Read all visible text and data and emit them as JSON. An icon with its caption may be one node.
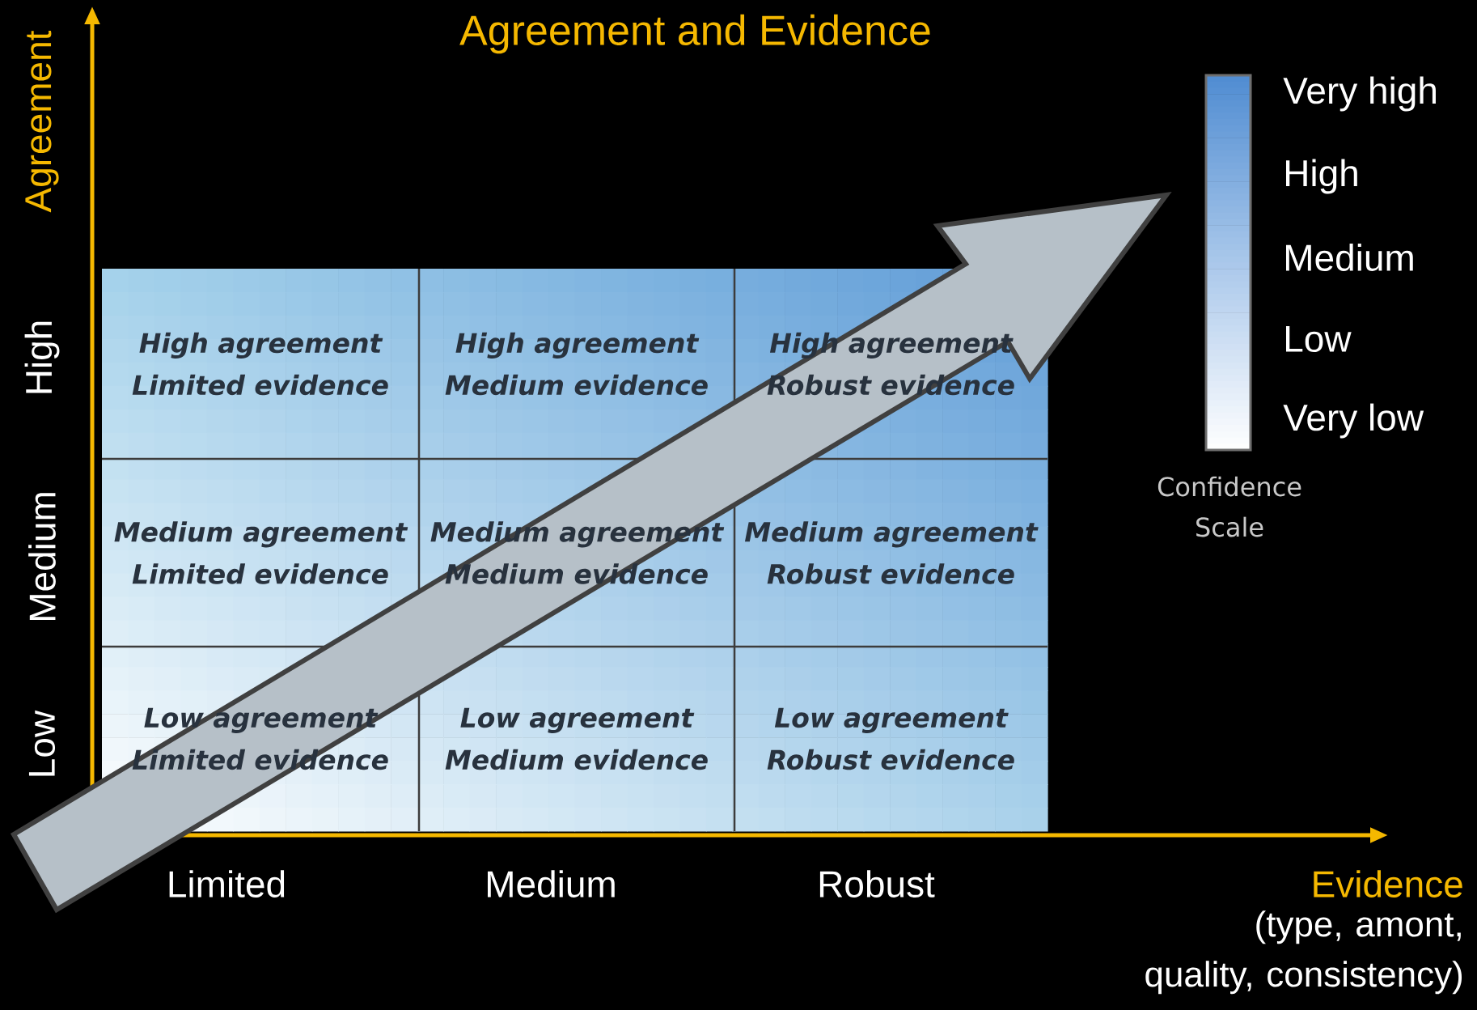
{
  "diagram": {
    "title": "Agreement and Evidence",
    "nodes": [
      {
        "text": [
          "High agreement",
          "Limited evidence"
        ]
      },
      {
        "text": [
          "High agreement",
          "Medium evidence"
        ]
      },
      {
        "text": [
          "High agreement",
          "Robust evidence"
        ]
      },
      {
        "text": [
          "Medium agreement",
          "Limited evidence"
        ]
      },
      {
        "text": [
          "Medium agreement",
          "Medium evidence"
        ]
      },
      {
        "text": [
          "Medium agreement",
          "Robust evidence"
        ]
      },
      {
        "text": [
          "Low agreement",
          "Limited evidence"
        ]
      },
      {
        "text": [
          "Low agreement",
          "Medium evidence"
        ]
      },
      {
        "text": [
          "Low agreement",
          "Robust evidence"
        ]
      }
    ],
    "labels": [
      "Agreement",
      "High",
      "Medium",
      "Low",
      "Very high",
      "High",
      "Medium",
      "Low",
      "Very low",
      "Confidence Scale",
      "Limited",
      "Medium",
      "Robust",
      "Evidence",
      "(type, amont, quality, consistency)"
    ]
  }
}
